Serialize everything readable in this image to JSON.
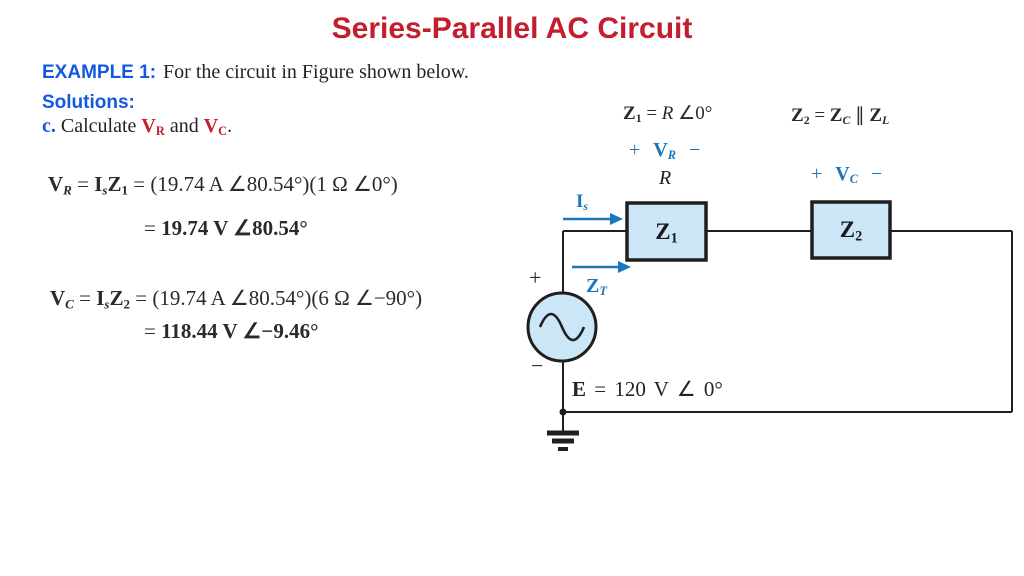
{
  "colors": {
    "title_red": "#c21e2e",
    "header_blue": "#1159e0",
    "value_red": "#c2202c",
    "circuit_blue": "#1c76bc",
    "box_fill": "#cbe6f7",
    "wire": "#1f1f1f"
  },
  "title": "Series-Parallel AC Circuit",
  "example": {
    "label": "EXAMPLE 1:",
    "text": "For the circuit in Figure shown below."
  },
  "solutions": {
    "label": "Solutions:",
    "item_prefix": "c.",
    "item_verb": "Calculate",
    "vr_term": "*V_{R}*",
    "and_text": "and",
    "vc_term": "*V_{C}*",
    "period": "."
  },
  "equations": {
    "vr_line1": "*V_{~R~}* = *I_{~s~}Z_{1}* = (19.74 A ∠80.54°)(1 Ω ∠0°)",
    "vr_line2": "= *19.74 V ∠80.54°*",
    "vc_line1": "*V_{~C~}* = *I_{~s~}Z_{2}* = (19.74 A ∠80.54°)(6 Ω ∠−90°)",
    "vc_line2": "= *118.44 V ∠−9.46°*"
  },
  "circuit": {
    "z1_equation": "*Z_{1}* = ~R~ ∠0°",
    "z2_equation": "*Z_{2}* = *Z_{~C~}* ∥ *Z_{~L~}*",
    "vr_polarity": "+ *V_{~R~}* −",
    "r_label": "~R~",
    "vc_polarity": "+ *V_{~C~}* −",
    "is_label": "*I_{~s~}*",
    "zt_label": "*Z_{~T~}*",
    "z1_box_label": "*Z_{1}*",
    "z2_box_label": "*Z_{2}*",
    "source_plus": "+",
    "source_minus": "−",
    "e_label": "*E* = 120 V ∠ 0°"
  }
}
